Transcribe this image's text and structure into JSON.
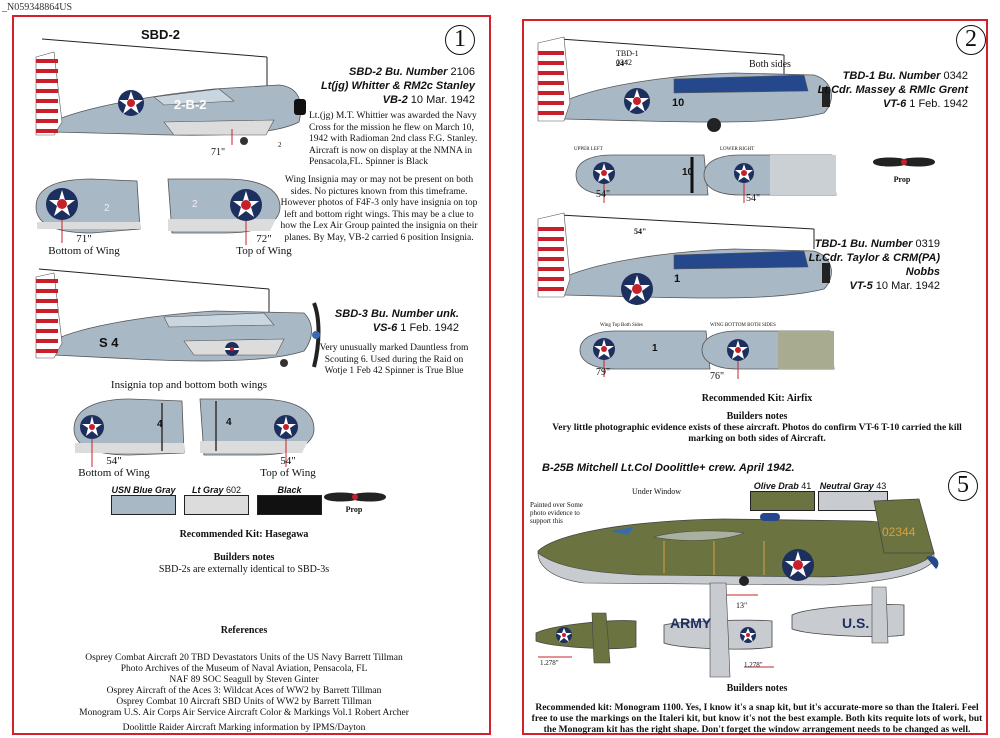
{
  "serial": "_N059348864US",
  "colors": {
    "usn_blue_gray": "#a8b8c4",
    "lt_gray": "#dcdcdc",
    "black": "#111111",
    "olive_drab": "#6b7440",
    "neutral_gray": "#c8ccd0",
    "border_red": "#d51f2b"
  },
  "left": {
    "circle_number": "1",
    "sbd2": {
      "type_label": "SBD-2",
      "code": "2-B-2",
      "title": "SBD-2 Bu. Number",
      "bu_number": "2106",
      "crew": "Lt(jg) Whitter & RM2c Stanley",
      "unit": "VB-2",
      "date": "10 Mar. 1942",
      "note": "Lt.(jg) M.T. Whittier was awarded the Navy Cross for the mission he flew on March 10, 1942 with Radioman 2nd class F.G. Stanley. Aircraft is now on display at the NMNA in Pensacola,FL. Spinner is Black",
      "measure": "71\"",
      "small_num": "2",
      "wing_note": "Wing Insignia may or may not be present on both sides. No pictures known from this timeframe. However photos of F4F-3 only have insignia on top left and bottom right wings. This may be a clue to how the Lex Air Group painted the insignia on their planes. By May, VB-2 carried 6 position Insignia.",
      "wing_bottom_measure": "71\"",
      "wing_bottom_label": "Bottom of Wing",
      "wing_top_measure": "72\"",
      "wing_top_label": "Top of Wing",
      "wing_code": "2"
    },
    "sbd3": {
      "title": "SBD-3 Bu. Number unk.",
      "unit": "VS-6",
      "date": "1 Feb. 1942",
      "code": "S 4",
      "note": "Very unusually marked Dauntless from Scouting 6. Used during the Raid on Wotje 1 Feb 42 Spinner is True Blue",
      "insignia_note": "Insignia top and bottom both wings",
      "wing_bottom_measure": "54\"",
      "wing_bottom_label": "Bottom of Wing",
      "wing_top_measure": "54\"",
      "wing_top_label": "Top of Wing",
      "wing_code": "4"
    },
    "swatches": [
      {
        "name": "USN Blue Gray",
        "num": "",
        "color": "#a8b8c4"
      },
      {
        "name": "Lt Gray",
        "num": "602",
        "color": "#dcdcdc"
      },
      {
        "name": "Black",
        "num": "",
        "color": "#111111"
      }
    ],
    "prop_label": "Prop",
    "recommended": "Recommended Kit: Hasegawa",
    "builders_title": "Builders notes",
    "builders_text": "SBD-2s are externally identical to SBD-3s",
    "references_title": "References",
    "references": [
      "Osprey Combat Aircraft 20 TBD Devastators Units of the US Navy Barrett Tillman",
      "Photo Archives of the Museum of Naval Aviation, Pensacola, FL",
      "NAF 89 SOC Seagull by Steven Ginter",
      "Osprey Aircraft of the Aces 3: Wildcat Aces of WW2 by Barrett Tillman",
      "Osprey Combat 10 Aircraft SBD Units of WW2 by  Barrett Tillman",
      "Monogram U.S. Air Corps Air Service Aircraft Color & Markings Vol.1 Robert Archer"
    ],
    "doolittle_credit": "Doolittle Raider Aircraft Marking information by IPMS/Dayton"
  },
  "right": {
    "circle_number": "2",
    "tbd0342": {
      "tail_label_a": "TBD-1",
      "tail_label_b": "0342",
      "measure": "24\"",
      "both_sides": "Both sides",
      "fuselage_code": "10",
      "title": "TBD-1 Bu. Number",
      "bu_number": "0342",
      "crew": "Lt.Cdr. Massey & RMlc Grent",
      "unit": "VT-6",
      "date": "1 Feb. 1942",
      "wing_left_label": "UPPER LEFT",
      "wing_right_label": "LOWER RIGHT",
      "wing_left_measure": "54\"",
      "wing_right_measure": "54\"",
      "wing_code": "10",
      "prop_label": "Prop"
    },
    "tbd0319": {
      "measure": "54\"",
      "fuselage_code": "1",
      "title": "TBD-1 Bu. Number",
      "bu_number": "0319",
      "crew": "Lt.Cdr. Taylor & CRM(PA) Nobbs",
      "unit": "VT-5",
      "date": "10 Mar. 1942",
      "wing_left_label": "Wing Top Both Sides",
      "wing_right_label": "WING BOTTOM BOTH SIDES",
      "wing_left_measure": "79\"",
      "wing_right_measure": "76\"",
      "wing_code": "1"
    },
    "recommended": "Recommended Kit: Airfix",
    "builders_title": "Builders notes",
    "builders_text": "Very little photographic evidence exists of these aircraft. Photos do confirm VT-6 T-10 carried the kill marking on both sides of Aircraft.",
    "b25": {
      "title": "B-25B Mitchell Lt.Col Doolittle+ crew. April 1942.",
      "circle_number": "5",
      "painted_over": "Painted over Some photo evidence to support this",
      "under_window": "Under Window",
      "tail_code": "02344",
      "swatches": [
        {
          "name": "Olive Drab",
          "num": "41",
          "color": "#6b7440"
        },
        {
          "name": "Neutral Gray",
          "num": "43",
          "color": "#c8ccd0"
        }
      ],
      "measure_a": "13\"",
      "measure_b": "1.278\"",
      "measure_c": "1.278\"",
      "army_label": "ARMY",
      "us_label": "U.S."
    },
    "builders_title_2": "Builders notes",
    "recommended_2": "Recommended kit: Monogram 1100. Yes, I know it's a snap kit, but it's accurate-more so than the Italeri. Feel free to use the markings on the Italeri kit, but know it's not the best example. Both kits requite lots of work, but the Monogram kit has the right shape. Don't forget the window arrangement needs to be changed as well."
  }
}
